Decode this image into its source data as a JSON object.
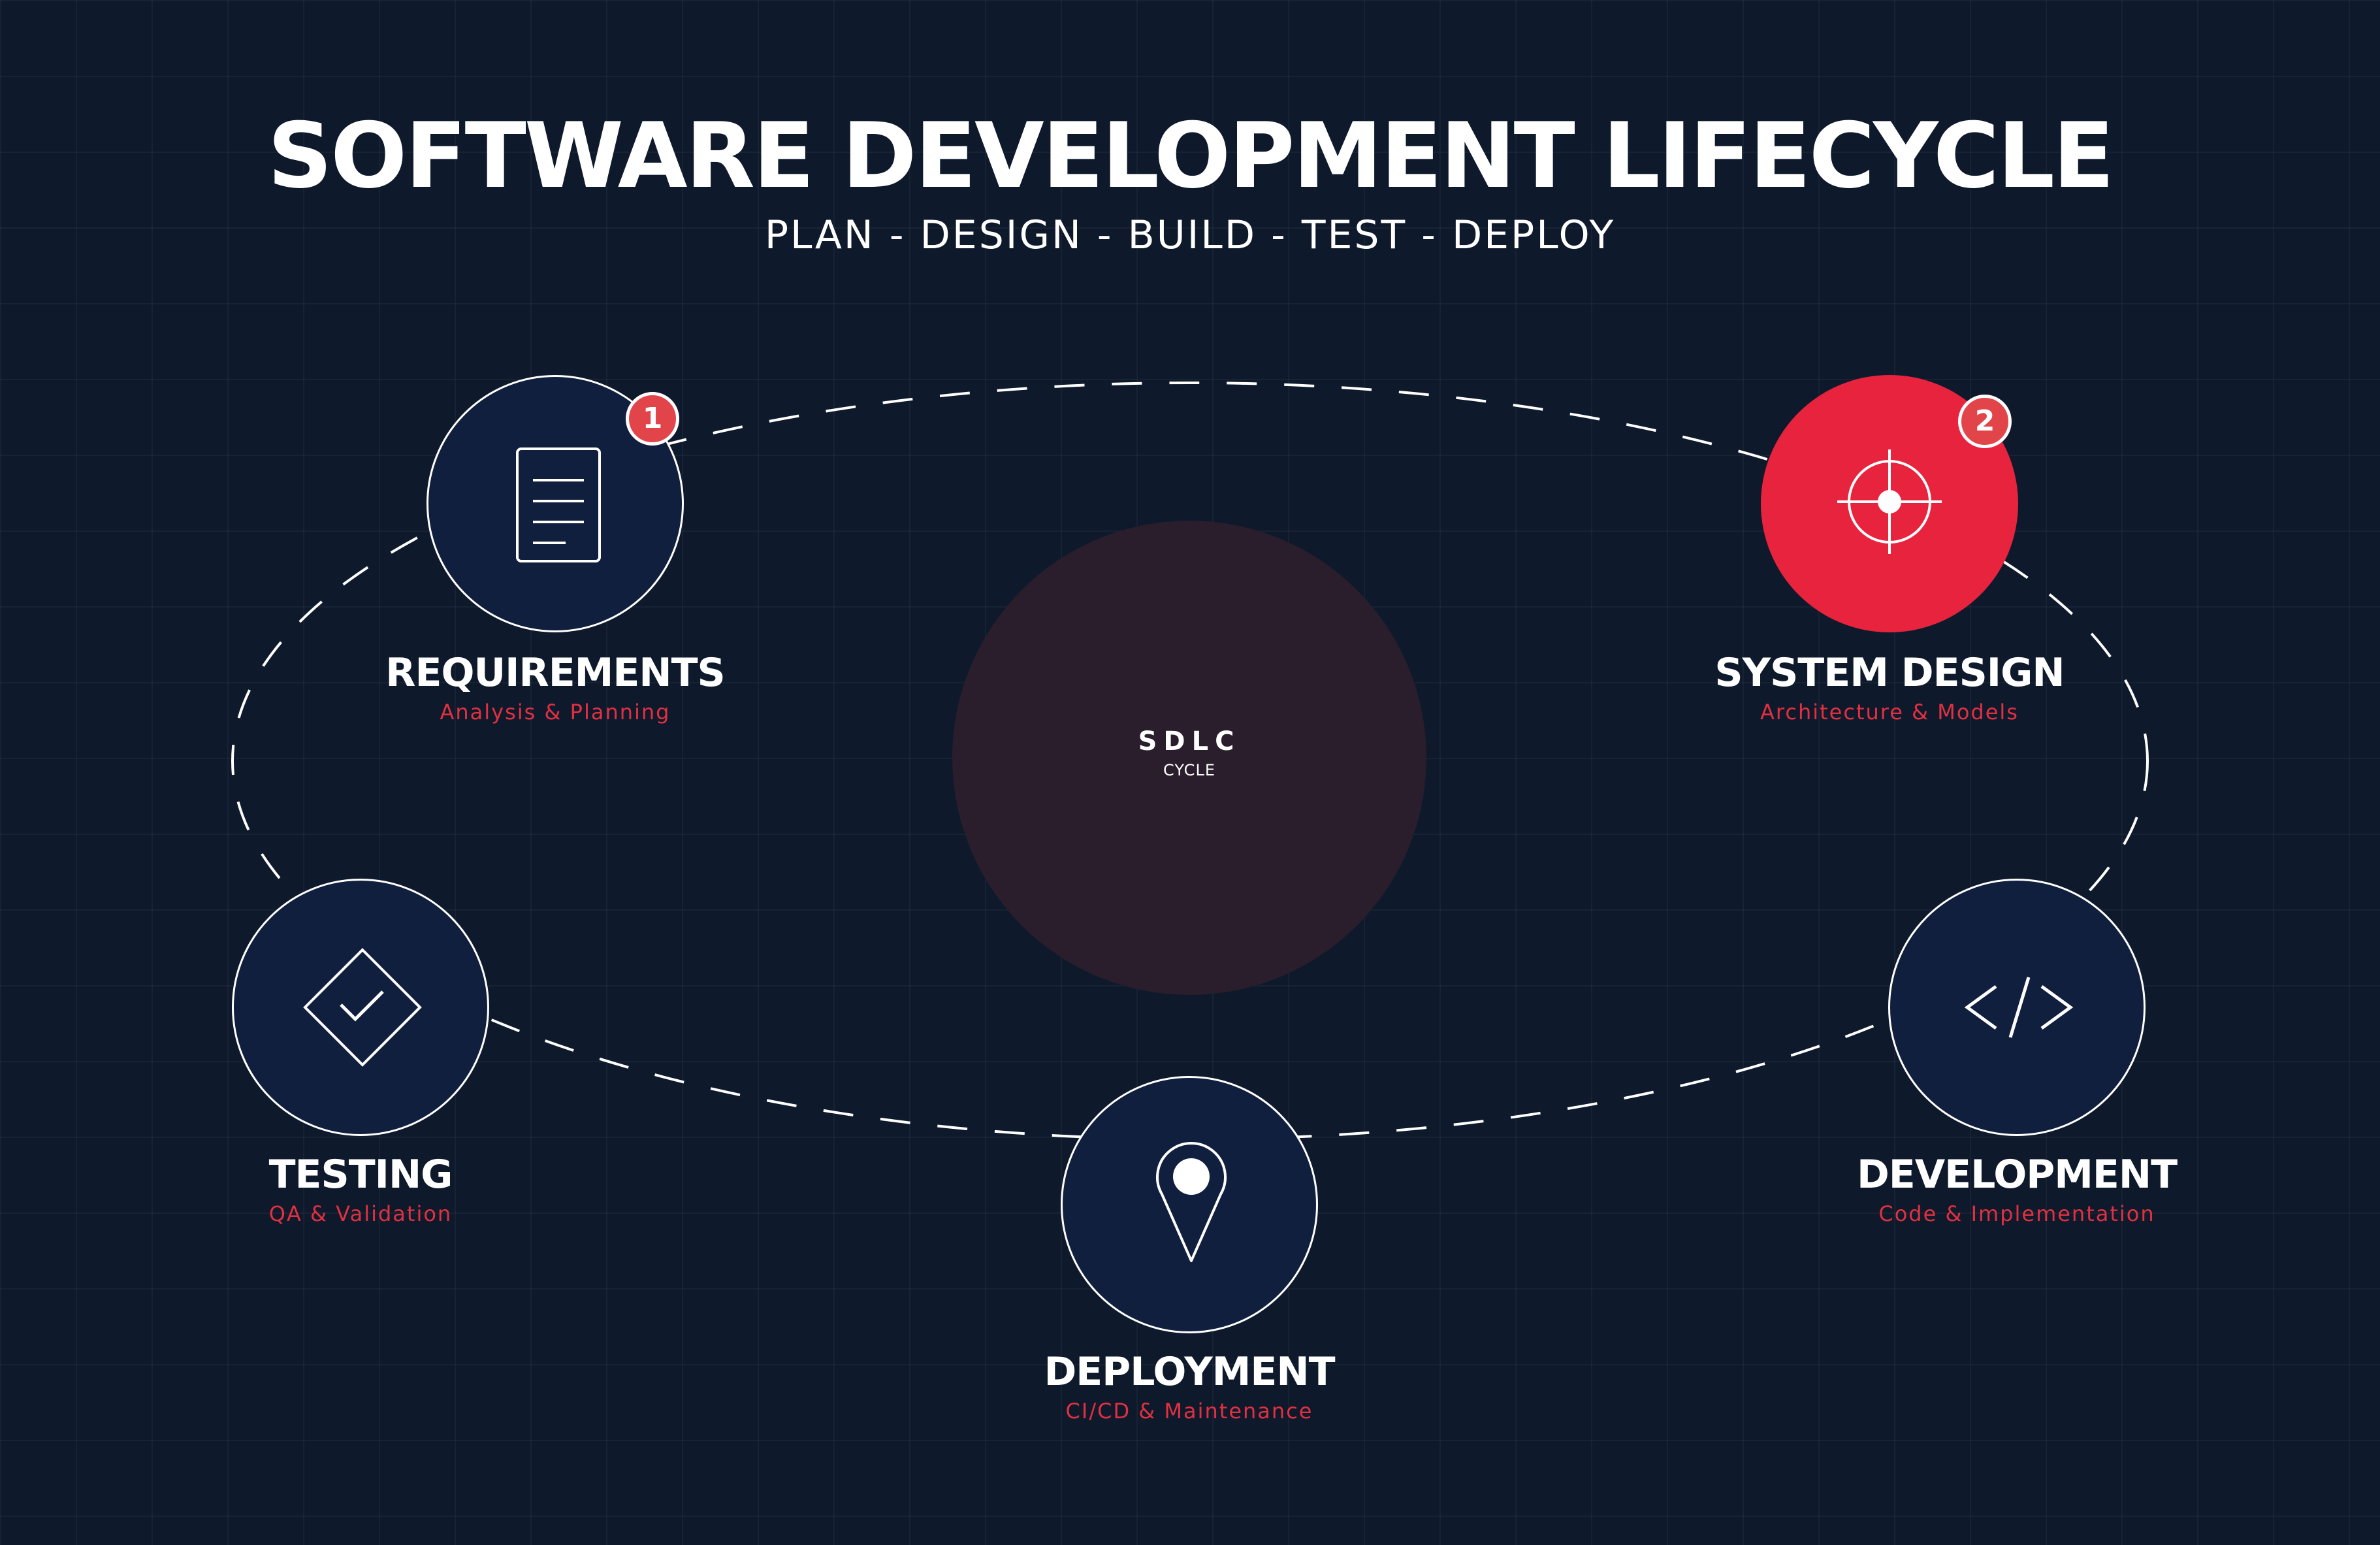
{
  "header": {
    "title": "SOFTWARE DEVELOPMENT LIFECYCLE",
    "subtitle": "PLAN - DESIGN - BUILD - TEST - DEPLOY"
  },
  "center": {
    "title": "SDLC",
    "subtitle": "CYCLE"
  },
  "stages": [
    {
      "title": "REQUIREMENTS",
      "subtitle": "Analysis & Planning",
      "icon": "document-icon",
      "badge": "1"
    },
    {
      "title": "SYSTEM DESIGN",
      "subtitle": "Architecture & Models",
      "icon": "target-icon",
      "badge": "2"
    },
    {
      "title": "DEVELOPMENT",
      "subtitle": "Code & Implementation",
      "icon": "code-icon"
    },
    {
      "title": "DEPLOYMENT",
      "subtitle": "CI/CD & Maintenance",
      "icon": "location-pin-icon"
    },
    {
      "title": "TESTING",
      "subtitle": "QA & Validation",
      "icon": "checkmark-diamond-icon"
    }
  ],
  "colors": {
    "background": "#0e1a2c",
    "node_fill": "#111f3e",
    "accent": "#e8233d",
    "badge": "#e24549",
    "center_fill": "#2a1d2c",
    "subtitle_text": "#e23040"
  }
}
